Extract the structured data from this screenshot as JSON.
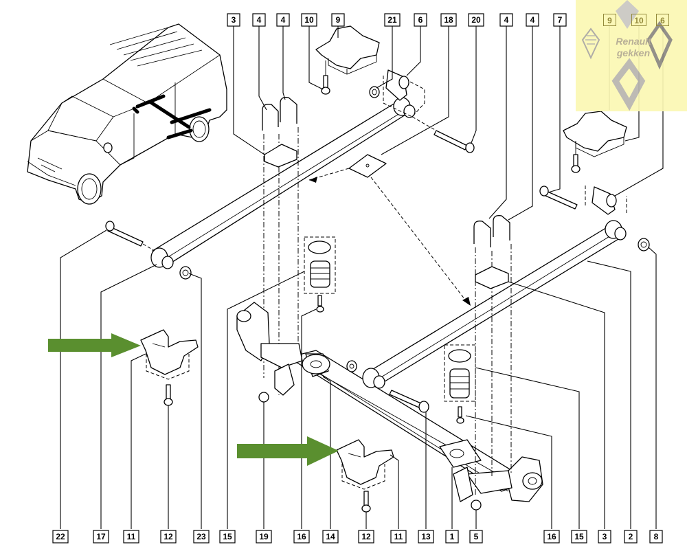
{
  "diagram": {
    "title": "Rear axle and leaf spring assembly – exploded parts diagram (Renault Master)",
    "top_labels": [
      "3",
      "4",
      "4",
      "10",
      "9",
      "21",
      "6",
      "18",
      "20",
      "4",
      "4",
      "7",
      "9",
      "10",
      "6"
    ],
    "bottom_labels": [
      "22",
      "17",
      "11",
      "12",
      "23",
      "15",
      "19",
      "16",
      "14",
      "12",
      "11",
      "13",
      "1",
      "5",
      "16",
      "15",
      "3",
      "2",
      "8"
    ],
    "highlight_arrows": [
      {
        "name": "arrow-left-bracket",
        "color": "#5a8f2f",
        "points_to": "11"
      },
      {
        "name": "arrow-center-bracket",
        "color": "#5a8f2f",
        "points_to": "11"
      }
    ],
    "watermark": {
      "text_line1": "Renault",
      "text_line2": "gekken",
      "background": "#fbf8b4"
    }
  }
}
